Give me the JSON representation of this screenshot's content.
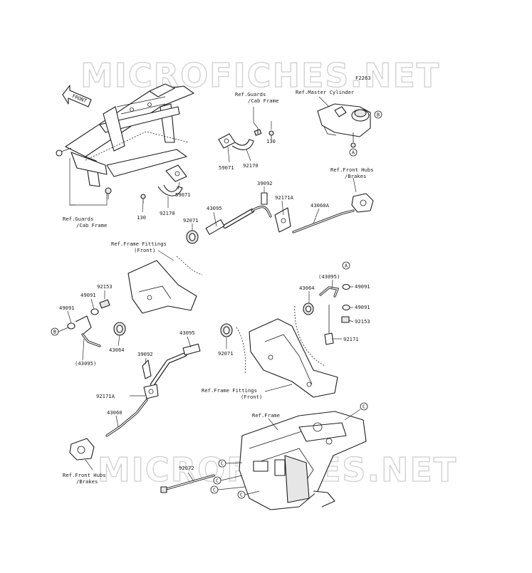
{
  "diagram_id": "F2263",
  "watermark": "MICROFICHES.NET",
  "front_label": "FRONT",
  "labels": {
    "ref_guards_top": [
      "Ref.Guards",
      "/Cab Frame"
    ],
    "ref_guards_left": [
      "Ref.Guards",
      "/Cab Frame"
    ],
    "ref_master_cylinder": "Ref.Master Cylinder",
    "ref_front_hubs_top": [
      "Ref.Front Hubs",
      "/Brakes"
    ],
    "ref_front_hubs_bottom": [
      "Ref.Front Hubs",
      "/Brakes"
    ],
    "ref_frame_fittings_top": [
      "Ref.Frame Fittings",
      "(Front)"
    ],
    "ref_frame_fittings_bottom": [
      "Ref.Frame Fittings",
      "(Front)"
    ],
    "ref_frame": "Ref.Frame"
  },
  "callouts": [
    "A",
    "B",
    "C"
  ],
  "parts": {
    "p130_a": "130",
    "p59071_a": "59071",
    "p92170_a": "92170",
    "p59071_b": "59071",
    "p130_b": "130",
    "p92170_b": "92170",
    "p39092_a": "39092",
    "p92171A_a": "92171A",
    "p43060A": "43060A",
    "p43095_a": "43095",
    "p92071_a": "92071",
    "p92153_a": "92153",
    "p49091_a": "49091",
    "p49091_b": "49091",
    "p43064_a": "43064",
    "p43095_paren_a": "(43095)",
    "p43095_b": "43095",
    "p39092_b": "39092",
    "p92071_b": "92071",
    "p92171A_b": "92171A",
    "p43060": "43060",
    "p43095_paren_b": "(43095)",
    "p49091_c": "49091",
    "p43064_b": "43064",
    "p49091_d": "49091",
    "p92153_b": "92153",
    "p92171": "92171",
    "p92072": "92072"
  }
}
